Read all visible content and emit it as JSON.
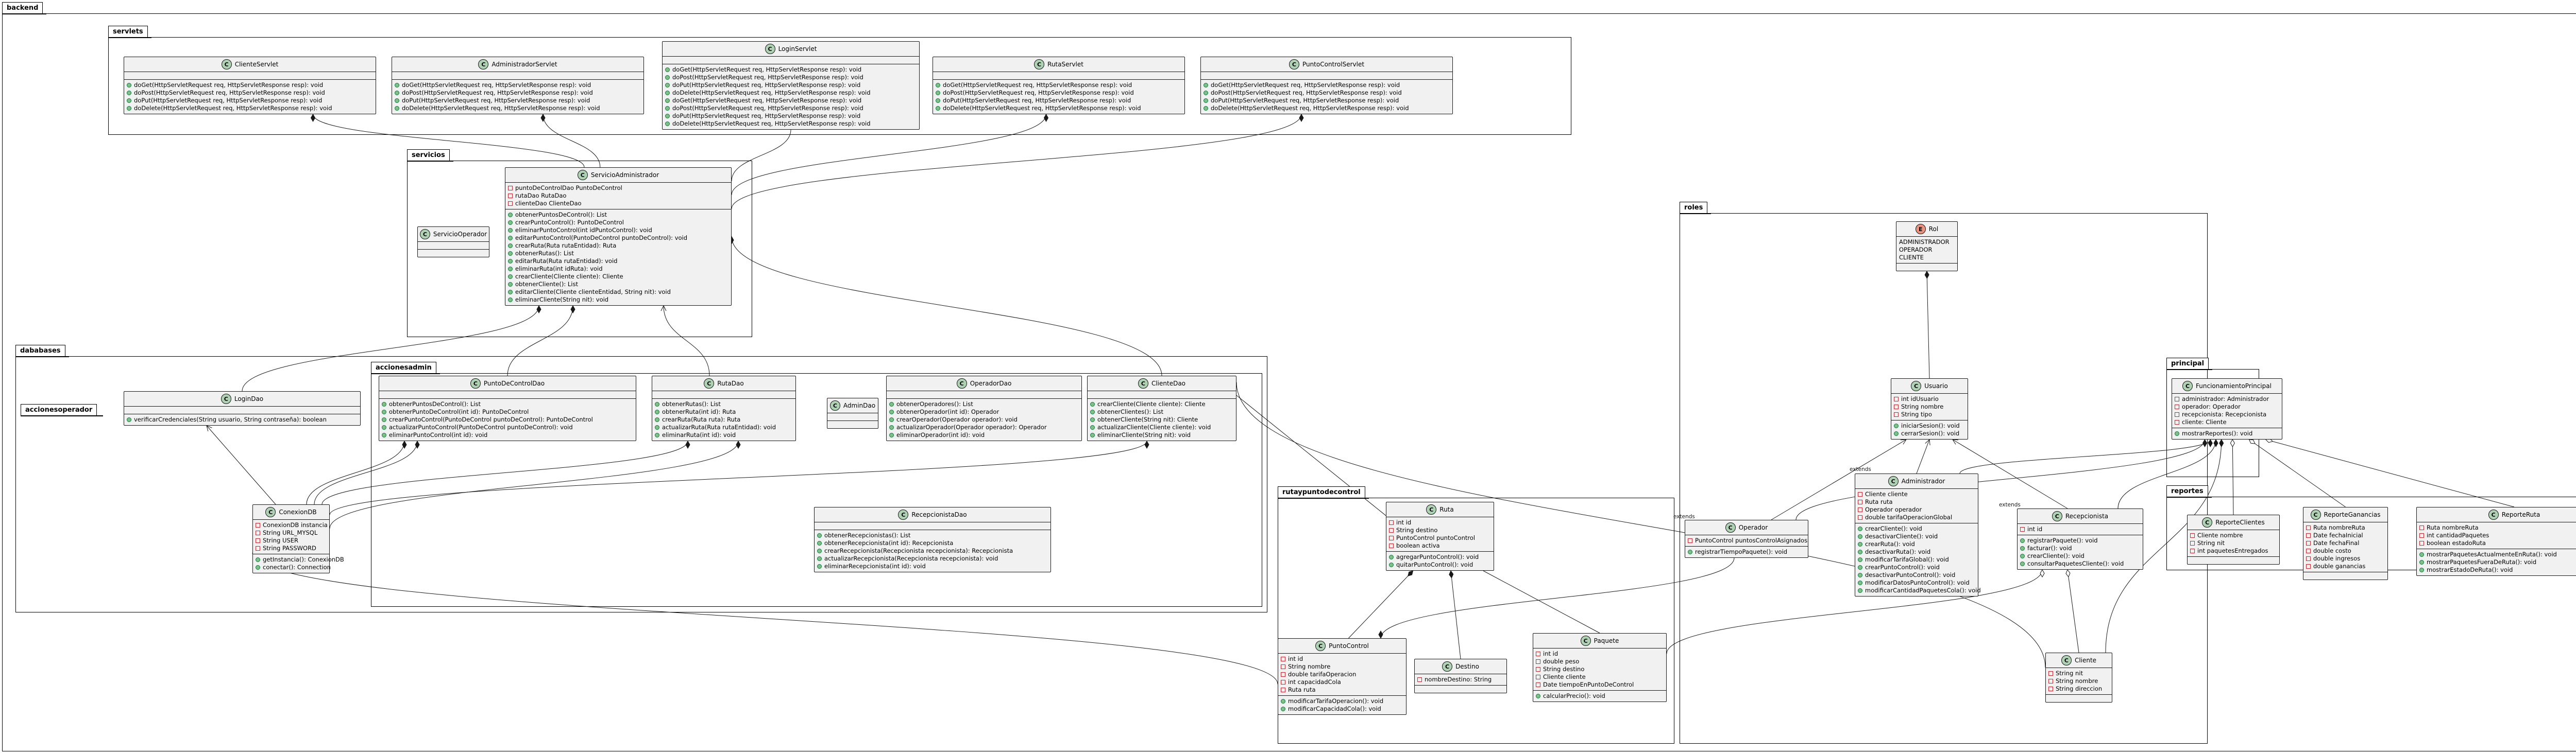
{
  "packages": {
    "backend": "backend",
    "servlets": "servlets",
    "servicios": "servicios",
    "dababases": "dababases",
    "accionesadmin": "accionesadmin",
    "accionesoperador": "accionesoperador",
    "rutaypuntodecontrol": "rutaypuntodecontrol",
    "roles": "roles",
    "principal": "principal",
    "reportes": "reportes"
  },
  "classes": {
    "ClienteServlet": {
      "name": "ClienteServlet",
      "fields": [],
      "methods": [
        "doGet(HttpServletRequest req, HttpServletResponse resp): void",
        "doPost(HttpServletRequest req, HttpServletResponse resp): void",
        "doPut(HttpServletRequest req, HttpServletResponse resp): void",
        "doDelete(HttpServletRequest req, HttpServletResponse resp): void"
      ]
    },
    "AdministradorServlet": {
      "name": "AdministradorServlet",
      "fields": [],
      "methods": [
        "doGet(HttpServletRequest req, HttpServletResponse resp): void",
        "doPost(HttpServletRequest req, HttpServletResponse resp): void",
        "doPut(HttpServletRequest req, HttpServletResponse resp): void",
        "doDelete(HttpServletRequest req, HttpServletResponse resp): void"
      ]
    },
    "LoginServlet": {
      "name": "LoginServlet",
      "fields": [],
      "methods": [
        "doGet(HttpServletRequest req, HttpServletResponse resp): void",
        "doPost(HttpServletRequest req, HttpServletResponse resp): void",
        "doPut(HttpServletRequest req, HttpServletResponse resp): void",
        "doDelete(HttpServletRequest req, HttpServletResponse resp): void",
        "doGet(HttpServletRequest req, HttpServletResponse resp): void",
        "doPost(HttpServletRequest req, HttpServletResponse resp): void",
        "doPut(HttpServletRequest req, HttpServletResponse resp): void",
        "doDelete(HttpServletRequest req, HttpServletResponse resp): void"
      ]
    },
    "RutaServlet": {
      "name": "RutaServlet",
      "fields": [],
      "methods": [
        "doGet(HttpServletRequest req, HttpServletResponse resp): void",
        "doPost(HttpServletRequest req, HttpServletResponse resp): void",
        "doPut(HttpServletRequest req, HttpServletResponse resp): void",
        "doDelete(HttpServletRequest req, HttpServletResponse resp): void"
      ]
    },
    "PuntoControlServlet": {
      "name": "PuntoControlServlet",
      "fields": [],
      "methods": [
        "doGet(HttpServletRequest req, HttpServletResponse resp): void",
        "doPost(HttpServletRequest req, HttpServletResponse resp): void",
        "doPut(HttpServletRequest req, HttpServletResponse resp): void",
        "doDelete(HttpServletRequest req, HttpServletResponse resp): void"
      ]
    },
    "ServicioOperador": {
      "name": "ServicioOperador",
      "fields": [],
      "methods": []
    },
    "ServicioAdministrador": {
      "name": "ServicioAdministrador",
      "fields": [
        "puntoDeControlDao PuntoDeControl",
        "rutaDao RutaDao",
        "clienteDao ClienteDao"
      ],
      "methods": [
        "obtenerPuntosDeControl(): List",
        "crearPuntoControl(): PuntoDeControl",
        "eliminarPuntoControl(int idPuntoControl): void",
        "editarPuntoControl(PuntoDeControl puntoDeControl): void",
        "crearRuta(Ruta rutaEntidad): Ruta",
        "obtenerRutas(): List",
        "editarRuta(Ruta rutaEntidad): void",
        "eliminarRuta(int idRuta): void",
        "crearCliente(Cliente cliente): Cliente",
        "obtenerCliente(): List",
        "editarCliente(Cliente clienteEntidad, String nit): void",
        "eliminarCliente(String nit): void"
      ]
    },
    "LoginDao": {
      "name": "LoginDao",
      "fields": [],
      "methods": [
        "verificarCredenciales(String usuario, String contraseña): boolean"
      ]
    },
    "ConexionDB": {
      "name": "ConexionDB",
      "fields": [
        "ConexionDB instancia",
        "String URL_MYSQL",
        "String USER",
        "String PASSWORD"
      ],
      "methods": [
        "getInstancia(): ConexionDB",
        "conectar(): Connection"
      ]
    },
    "PuntoDeControlDao": {
      "name": "PuntoDeControlDao",
      "fields": [],
      "methods": [
        "obtenerPuntosDeControl(): List",
        "obtenerPuntoDeControl(int id): PuntoDeControl",
        "crearPuntoControl(PuntoDeControl puntoDeControl): PuntoDeControl",
        "actualizarPuntoControl(PuntoDeControl puntoDeControl): void",
        "eliminarPuntoControl(int id): void"
      ]
    },
    "RutaDao": {
      "name": "RutaDao",
      "fields": [],
      "methods": [
        "obtenerRutas(): List",
        "obtenerRuta(int id): Ruta",
        "crearRuta(Ruta ruta): Ruta",
        "actualizarRuta(Ruta rutaEntidad): void",
        "eliminarRuta(int id): void"
      ]
    },
    "AdminDao": {
      "name": "AdminDao",
      "fields": [],
      "methods": []
    },
    "OperadorDao": {
      "name": "OperadorDao",
      "fields": [],
      "methods": [
        "obtenerOperadores(): List",
        "obtenerOperador(int id): Operador",
        "crearOperador(Operador operador): void",
        "actualizarOperador(Operador operador): Operador",
        "eliminarOperador(int id): void"
      ]
    },
    "ClienteDao": {
      "name": "ClienteDao",
      "fields": [],
      "methods": [
        "crearCliente(Cliente cliente): Cliente",
        "obtenerClientes(): List",
        "obtenerCliente(String nit): Cliente",
        "actualizarCliente(Cliente cliente): void",
        "eliminarCliente(String nit): void"
      ]
    },
    "RecepcionistaDao": {
      "name": "RecepcionistaDao",
      "fields": [],
      "methods": [
        "obtenerRecepcionistas(): List",
        "obtenerRecepcionista(int id): Recepcionista",
        "crearRecepcionista(Recepcionista recepcionista): Recepcionista",
        "actualizarRecepcionista(Recepcionista recepcionista): void",
        "eliminarRecepcionista(int id): void"
      ]
    },
    "Ruta": {
      "name": "Ruta",
      "fields": [
        "int id",
        "String destino",
        "PuntoControl puntoControl",
        "boolean activa"
      ],
      "methods": [
        "agregarPuntoControl(): void",
        "quitarPuntoControl(): void"
      ]
    },
    "PuntoControl": {
      "name": "PuntoControl",
      "fields": [
        "int id",
        "String nombre",
        "double tarifaOperacion",
        "int capacidadCola",
        "Ruta ruta"
      ],
      "methods": [
        "modificarTarifaOperacion(): void",
        "modificarCapacidadCola(): void"
      ]
    },
    "Destino": {
      "name": "Destino",
      "fields": [
        "nombreDestino: String"
      ],
      "methods": []
    },
    "Paquete": {
      "name": "Paquete",
      "fields": [
        "int id",
        "double peso",
        "String destino",
        "Cliente cliente",
        "Date tiempoEnPuntoDeControl"
      ],
      "methods": [
        "calcularPrecio(): void"
      ]
    },
    "Rol": {
      "name": "Rol",
      "fields": [
        "ADMINISTRADOR",
        "OPERADOR",
        "CLIENTE"
      ],
      "methods": []
    },
    "Usuario": {
      "name": "Usuario",
      "fields": [
        "int idUsuario",
        "String nombre",
        "String tipo"
      ],
      "methods": [
        "iniciarSesion(): void",
        "cerrarSesion(): void"
      ]
    },
    "Operador": {
      "name": "Operador",
      "fields": [
        "PuntoControl puntosControlAsignados"
      ],
      "methods": [
        "registrarTiempoPaquete(): void"
      ]
    },
    "Administrador": {
      "name": "Administrador",
      "fields": [
        "Cliente cliente",
        "Ruta ruta",
        "Operador operador",
        "double tarifaOperacionGlobal"
      ],
      "methods": [
        "crearCliente(): void",
        "desactivarCliente(): void",
        "crearRuta(): void",
        "desactivarRuta(): void",
        "modificarTarifaGlobal(): void",
        "crearPuntoControl(): void",
        "desactivarPuntoControl(): void",
        "modificarDatosPuntoControl(): void",
        "modificarCantidadPaquetesCola(): void"
      ]
    },
    "Recepcionista": {
      "name": "Recepcionista",
      "fields": [
        "int id"
      ],
      "methods": [
        "registrarPaquete(): void",
        "facturar(): void",
        "crearCliente(): void",
        "consultarPaquetesCliente(): void"
      ]
    },
    "Cliente": {
      "name": "Cliente",
      "fields": [
        "String nit",
        "String nombre",
        "String direccion"
      ],
      "methods": []
    },
    "FuncionamientoPrincipal": {
      "name": "FuncionamientoPrincipal",
      "fields": [
        "administrador: Administrador",
        "operador: Operador",
        "recepcionista: Recepcionista",
        "cliente: Cliente"
      ],
      "methods": [
        "mostrarReportes(): void"
      ]
    },
    "ReporteClientes": {
      "name": "ReporteClientes",
      "fields": [
        "Cliente nombre",
        "String nit",
        "int paquetesEntregados"
      ],
      "methods": []
    },
    "ReporteGanancias": {
      "name": "ReporteGanancias",
      "fields": [
        "Ruta nombreRuta",
        "Date fechaInicial",
        "Date fechaFinal",
        "double costo",
        "double ingresos",
        "double ganancias"
      ],
      "methods": []
    },
    "ReporteRuta": {
      "name": "ReporteRuta",
      "fields": [
        "Ruta nombreRuta",
        "int cantidadPaquetes",
        "boolean estadoRuta"
      ],
      "methods": [
        "mostrarPaquetesActualmenteEnRuta(): void",
        "mostrarPaquetesFueraDeRuta(): void",
        "mostrarEstadoDeRuta(): void"
      ]
    }
  },
  "labels": {
    "extends_operador": "extends",
    "extends_administrador": "extends",
    "extends_recepcionista": "extends"
  }
}
